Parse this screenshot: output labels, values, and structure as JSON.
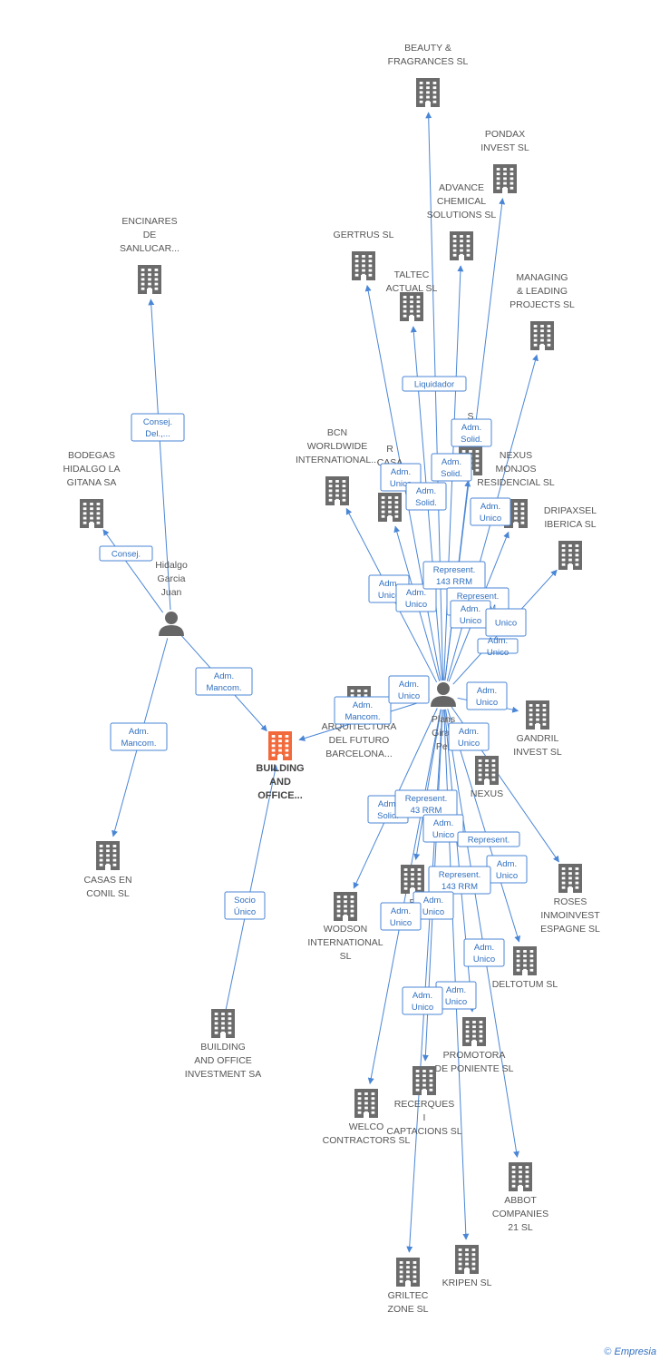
{
  "nodes": [
    {
      "id": "beauty",
      "kind": "company",
      "label": [
        "BEAUTY &",
        "FRAGRANCES SL"
      ]
    },
    {
      "id": "pondax",
      "kind": "company",
      "label": [
        "PONDAX",
        "INVEST SL"
      ]
    },
    {
      "id": "advance",
      "kind": "company",
      "label": [
        "ADVANCE",
        "CHEMICAL",
        "SOLUTIONS  SL"
      ]
    },
    {
      "id": "gertrus",
      "kind": "company",
      "label": [
        "GERTRUS SL"
      ]
    },
    {
      "id": "taltec",
      "kind": "company",
      "label": [
        "TALTEC",
        "ACTUAL SL"
      ]
    },
    {
      "id": "managing",
      "kind": "company",
      "label": [
        "MANAGING",
        "& LEADING",
        "PROJECTS SL"
      ]
    },
    {
      "id": "encinares",
      "kind": "company",
      "label": [
        "ENCINARES",
        "DE",
        "SANLUCAR..."
      ]
    },
    {
      "id": "bodegas",
      "kind": "company",
      "label": [
        "BODEGAS",
        "HIDALGO LA",
        "GITANA SA"
      ]
    },
    {
      "id": "bcn",
      "kind": "company",
      "label": [
        "BCN",
        "WORLDWIDE",
        "INTERNATIONAL..."
      ]
    },
    {
      "id": "rcasas",
      "kind": "company",
      "label": [
        "R",
        "CASA",
        "Y C"
      ]
    },
    {
      "id": "sgal",
      "kind": "company",
      "label": [
        "S",
        "GAL"
      ]
    },
    {
      "id": "nexusm",
      "kind": "company",
      "label": [
        "NEXUS",
        "MONJOS",
        "RESIDENCIAL SL"
      ]
    },
    {
      "id": "dripaxsel",
      "kind": "company",
      "label": [
        "DRIPAXSEL",
        "IBERICA SL"
      ]
    },
    {
      "id": "hidalgo",
      "kind": "person",
      "label": [
        "Hidalgo",
        "Garcia",
        "Juan"
      ]
    },
    {
      "id": "plans",
      "kind": "person",
      "label": [
        "Plans",
        "Girab",
        "Per"
      ]
    },
    {
      "id": "arquitectura",
      "kind": "company",
      "label": [
        "ARQUITECTURA",
        "DEL FUTURO",
        "BARCELONA..."
      ]
    },
    {
      "id": "building",
      "kind": "focus",
      "label": [
        "BUILDING",
        "AND",
        "OFFICE..."
      ]
    },
    {
      "id": "gandril",
      "kind": "company",
      "label": [
        "GANDRIL",
        "INVEST SL"
      ]
    },
    {
      "id": "nexus2",
      "kind": "company",
      "label": [
        "NEXUS"
      ]
    },
    {
      "id": "casasconil",
      "kind": "company",
      "label": [
        "CASAS EN",
        "CONIL  SL"
      ]
    },
    {
      "id": "roses",
      "kind": "company",
      "label": [
        "ROSES",
        "INMOINVEST",
        "ESPAGNE  SL"
      ]
    },
    {
      "id": "wodson",
      "kind": "company",
      "label": [
        "WODSON",
        "INTERNATIONAL",
        "SL"
      ]
    },
    {
      "id": "bmid",
      "kind": "company",
      "label": [
        "B",
        "SL"
      ]
    },
    {
      "id": "deltotum",
      "kind": "company",
      "label": [
        "DELTOTUM SL"
      ]
    },
    {
      "id": "boi",
      "kind": "company",
      "label": [
        "BUILDING",
        "AND OFFICE",
        "INVESTMENT SA"
      ]
    },
    {
      "id": "promotora",
      "kind": "company",
      "label": [
        "PROMOTORA",
        "DE PONIENTE SL"
      ]
    },
    {
      "id": "recerques",
      "kind": "company",
      "label": [
        "RECERQUES",
        "I",
        "CAPTACIONS SL"
      ]
    },
    {
      "id": "welco",
      "kind": "company",
      "label": [
        "WELCO",
        "CONTRACTORS SL"
      ]
    },
    {
      "id": "abbot",
      "kind": "company",
      "label": [
        "ABBOT",
        "COMPANIES",
        "21  SL"
      ]
    },
    {
      "id": "kripen",
      "kind": "company",
      "label": [
        "KRIPEN SL"
      ]
    },
    {
      "id": "griltec",
      "kind": "company",
      "label": [
        "GRILTEC",
        "ZONE SL"
      ]
    }
  ],
  "tags": [
    {
      "id": "t1",
      "lines": [
        "Consej.",
        "Del.,..."
      ]
    },
    {
      "id": "t2",
      "lines": [
        "Consej."
      ]
    },
    {
      "id": "t3",
      "lines": [
        "Adm.",
        "Mancom."
      ]
    },
    {
      "id": "t4",
      "lines": [
        "Adm.",
        "Mancom."
      ]
    },
    {
      "id": "t5",
      "lines": [
        "Socio",
        "Único"
      ]
    },
    {
      "id": "t6",
      "lines": [
        "Liquidador"
      ]
    },
    {
      "id": "t7",
      "lines": [
        "Adm.",
        "Solid."
      ]
    },
    {
      "id": "t8",
      "lines": [
        "Adm.",
        "Solid."
      ]
    },
    {
      "id": "t9",
      "lines": [
        "Adm.",
        "Unico"
      ]
    },
    {
      "id": "t10",
      "lines": [
        "Adm.",
        "Solid."
      ]
    },
    {
      "id": "t11",
      "lines": [
        "Adm.",
        "Unico"
      ]
    },
    {
      "id": "t12",
      "lines": [
        "Adm.",
        "Unico"
      ]
    },
    {
      "id": "t13",
      "lines": [
        "Adm.",
        "Unico"
      ]
    },
    {
      "id": "t14",
      "lines": [
        "Represent.",
        "143 RRM"
      ]
    },
    {
      "id": "t15",
      "lines": [
        "Represent.",
        "143 RRM"
      ]
    },
    {
      "id": "t16",
      "lines": [
        "Adm.",
        "Unico"
      ]
    },
    {
      "id": "t17",
      "lines": [
        "Unico"
      ]
    },
    {
      "id": "t18",
      "lines": [
        "Adm.",
        "Unico"
      ]
    },
    {
      "id": "t19",
      "lines": [
        "Adm.",
        "Mancom."
      ]
    },
    {
      "id": "t20",
      "lines": [
        "Adm.",
        "Unico"
      ]
    },
    {
      "id": "t21",
      "lines": [
        "Adm.",
        "Unico"
      ]
    },
    {
      "id": "t22",
      "lines": [
        "Adm.",
        "Unico"
      ]
    },
    {
      "id": "t23",
      "lines": [
        "Adm.",
        "Solid."
      ]
    },
    {
      "id": "t24",
      "lines": [
        "Represent.",
        "43 RRM"
      ]
    },
    {
      "id": "t25",
      "lines": [
        "Adm.",
        "Unico"
      ]
    },
    {
      "id": "t26",
      "lines": [
        "Represent."
      ]
    },
    {
      "id": "t27",
      "lines": [
        "Adm.",
        "Unico"
      ]
    },
    {
      "id": "t28",
      "lines": [
        "Represent.",
        "143 RRM"
      ]
    },
    {
      "id": "t29",
      "lines": [
        "Adm.",
        "Unico"
      ]
    },
    {
      "id": "t30",
      "lines": [
        "Adm.",
        "Unico"
      ]
    },
    {
      "id": "t31",
      "lines": [
        "Adm.",
        "Unico"
      ]
    },
    {
      "id": "t32",
      "lines": [
        "Adm.",
        "Unico"
      ]
    },
    {
      "id": "t33",
      "lines": [
        "Adm.",
        "Unico"
      ]
    }
  ],
  "edges": [
    {
      "from": "hidalgo",
      "to": "encinares"
    },
    {
      "from": "hidalgo",
      "to": "bodegas"
    },
    {
      "from": "hidalgo",
      "to": "building"
    },
    {
      "from": "hidalgo",
      "to": "casasconil"
    },
    {
      "from": "boi",
      "to": "building"
    },
    {
      "from": "plans",
      "to": "building"
    },
    {
      "from": "plans",
      "to": "beauty"
    },
    {
      "from": "plans",
      "to": "pondax"
    },
    {
      "from": "plans",
      "to": "advance"
    },
    {
      "from": "plans",
      "to": "gertrus"
    },
    {
      "from": "plans",
      "to": "taltec"
    },
    {
      "from": "plans",
      "to": "managing"
    },
    {
      "from": "plans",
      "to": "bcn"
    },
    {
      "from": "plans",
      "to": "rcasas"
    },
    {
      "from": "plans",
      "to": "sgal"
    },
    {
      "from": "plans",
      "to": "nexusm"
    },
    {
      "from": "plans",
      "to": "dripaxsel"
    },
    {
      "from": "plans",
      "to": "gandril"
    },
    {
      "from": "plans",
      "to": "roses"
    },
    {
      "from": "plans",
      "to": "wodson"
    },
    {
      "from": "plans",
      "to": "deltotum"
    },
    {
      "from": "plans",
      "to": "welco"
    },
    {
      "from": "plans",
      "to": "recerques"
    },
    {
      "from": "plans",
      "to": "abbot"
    },
    {
      "from": "plans",
      "to": "kripen"
    },
    {
      "from": "plans",
      "to": "griltec"
    },
    {
      "from": "plans",
      "to": "promotora"
    },
    {
      "from": "plans",
      "to": "bmid"
    }
  ],
  "footer": {
    "copyright": "©",
    "brand": "Empresia"
  }
}
